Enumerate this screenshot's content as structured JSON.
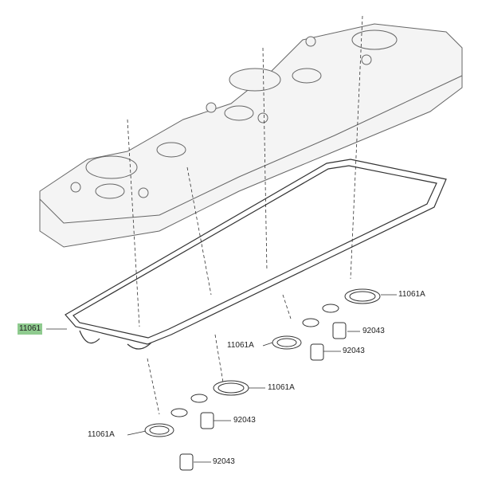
{
  "labels": {
    "main_gasket": "11061",
    "gasket_a1": "11061A",
    "gasket_a2": "11061A",
    "gasket_a3": "11061A",
    "gasket_a4": "11061A",
    "bush_1": "92043",
    "bush_2": "92043",
    "bush_3": "92043",
    "bush_4": "92043"
  },
  "colors": {
    "highlight": "#8fcb8f",
    "line": "#333333",
    "cover_fill": "#f4f4f4"
  }
}
